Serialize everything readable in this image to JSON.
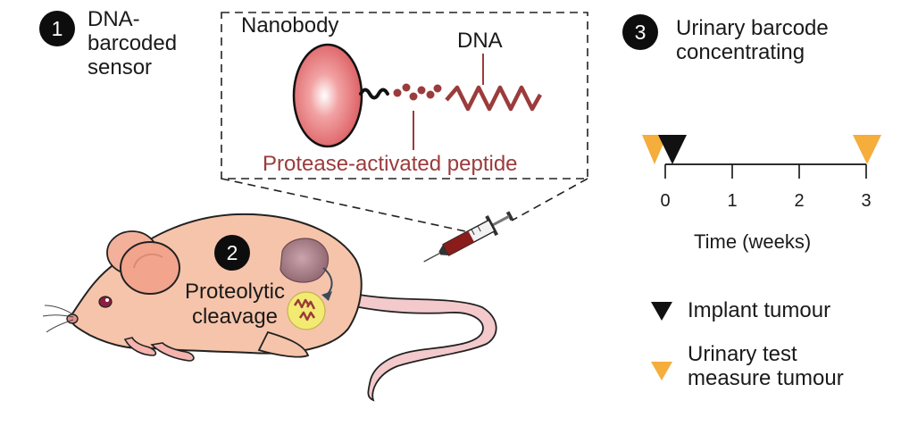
{
  "steps": {
    "step1": {
      "number": "1",
      "label": "DNA-\nbarcoded\nsensor"
    },
    "step2": {
      "number": "2",
      "label": "Proteolytic\ncleavage"
    },
    "step3": {
      "number": "3",
      "label": "Urinary barcode\nconcentrating"
    }
  },
  "inset": {
    "nanobody_label": "Nanobody",
    "dna_label": "DNA",
    "peptide_label": "Protease-activated peptide"
  },
  "timeline": {
    "ticks": [
      "0",
      "1",
      "2",
      "3"
    ],
    "axis_label": "Time (weeks)"
  },
  "legend": {
    "implant_label": "Implant tumour",
    "urinary_label": "Urinary test\nmeasure tumour"
  },
  "colors": {
    "peptide": "#9b3b3b",
    "implant_marker": "#111111",
    "urinary_marker": "#f5ad3c",
    "mouse_body": "#f6c4aa",
    "nanobody": "#e0676a"
  },
  "icons": [
    "mouse-illustration",
    "syringe-icon",
    "tumour-icon",
    "nanobody-icon",
    "triangle-marker-icon"
  ]
}
